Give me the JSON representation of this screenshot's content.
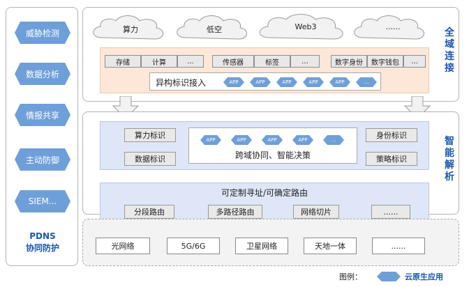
{
  "left_column": {
    "items": [
      "威胁检测",
      "数据分析",
      "情报共享",
      "主动防御",
      "SIEM..."
    ],
    "footer": [
      "PDNS",
      "协同防护"
    ]
  },
  "top_panel": {
    "title": "全域连接",
    "clouds": [
      "算力",
      "低空",
      "Web3",
      "......"
    ],
    "resources": [
      "存储",
      "计算",
      "...",
      "传感器",
      "标签",
      "...",
      "数字身份",
      "数字钱包",
      "..."
    ],
    "access_label": "异构标识接入",
    "apps": [
      "APP",
      "APP",
      "APP",
      "APP",
      "APP",
      "..."
    ]
  },
  "mid_panel": {
    "title": "智能解析",
    "tags_left": [
      "算力标识",
      "数据标识"
    ],
    "tags_right": [
      "身份标识",
      "策略标识"
    ],
    "apps": [
      "APP",
      "APP",
      "APP",
      "APP",
      "..."
    ],
    "collab_label": "跨域协同、智能决策",
    "routing_title": "可定制寻址/可确定路由",
    "routing_items": [
      "分段路由",
      "多路径路由",
      "网络切片",
      "......"
    ]
  },
  "bottom_panel": {
    "networks": [
      "光网络",
      "5G/6G",
      "卫星网络",
      "天地一体",
      "......"
    ]
  },
  "legend": {
    "label": "图例：",
    "text": "云原生应用"
  },
  "colors": {
    "accent_blue": "#1a56b0",
    "hex_fill": "#6f9fd8",
    "peach": "#fde7d8",
    "light_blue": "#dee6f7"
  }
}
